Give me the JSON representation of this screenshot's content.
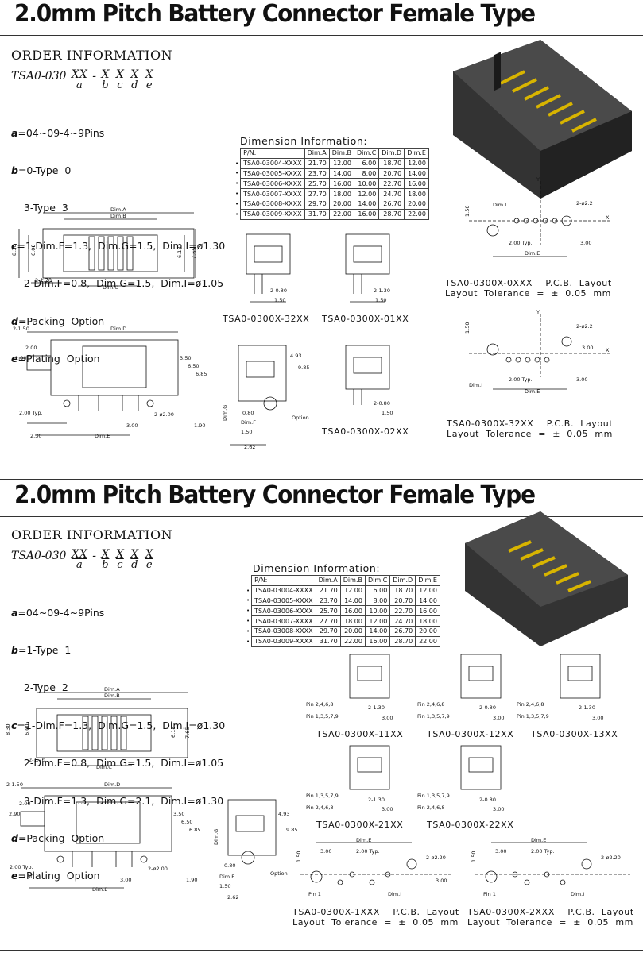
{
  "sheets": [
    {
      "title": "2.0mm Pitch Battery Connector Female Type",
      "order_heading": "ORDER  INFORMATION",
      "model": {
        "prefix": "TSA0-030",
        "a_top": "XX",
        "a": "a",
        "dash": "-",
        "b_top": "X",
        "b": "b",
        "c_top": "X",
        "c": "c",
        "d_top": "X",
        "d": "d",
        "e_top": "X",
        "e": "e"
      },
      "options": [
        {
          "key": "a",
          "text": "=04~09-4~9Pins"
        },
        {
          "key": "b",
          "text": "=0-Type  0"
        },
        {
          "key": "",
          "text": "    3-Type  3"
        },
        {
          "key": "c",
          "text": "=1-Dim.F=1.3,  Dim.G=1.5,  Dim.I=ø1.30"
        },
        {
          "key": "",
          "text": "    2-Dim.F=0.8,  Dim.G=1.5,  Dim.I=ø1.05"
        },
        {
          "key": "d",
          "text": "=Packing  Option"
        },
        {
          "key": "e",
          "text": "=Plating  Option"
        }
      ],
      "dimension_caption": "Dimension  Information:",
      "pcb_caption_1": "TSA0-0300X-0XXX    P.C.B.  Layout\nLayout  Tolerance  =  ±  0.05  mm",
      "pcb_caption_2": "TSA0-0300X-32XX    P.C.B.  Layout\nLayout  Tolerance  =  ±  0.05  mm",
      "variant_labels": [
        "TSA0-0300X-32XX",
        "TSA0-0300X-01XX",
        "TSA0-0300X-02XX"
      ]
    },
    {
      "title": "2.0mm Pitch Battery Connector Female Type",
      "order_heading": "ORDER  INFORMATION",
      "model": {
        "prefix": "TSA0-030",
        "a_top": "XX",
        "a": "a",
        "dash": "-",
        "b_top": "X",
        "b": "b",
        "c_top": "X",
        "c": "c",
        "d_top": "X",
        "d": "d",
        "e_top": "X",
        "e": "e"
      },
      "options": [
        {
          "key": "a",
          "text": "=04~09-4~9Pins"
        },
        {
          "key": "b",
          "text": "=1-Type  1"
        },
        {
          "key": "",
          "text": "    2-Type  2"
        },
        {
          "key": "c",
          "text": "=1-Dim.F=1.3,  Dim.G=1.5,  Dim.I=ø1.30"
        },
        {
          "key": "",
          "text": "    2-Dim.F=0.8,  Dim.G=1.5,  Dim.I=ø1.05"
        },
        {
          "key": "",
          "text": "    3-Dim.F=1.3,  Dim.G=2.1,  Dim.I=ø1.30"
        },
        {
          "key": "d",
          "text": "=Packing  Option"
        },
        {
          "key": "e",
          "text": "=Plating  Option"
        }
      ],
      "dimension_caption": "Dimension  Information:",
      "pcb_caption_1": "TSA0-0300X-1XXX    P.C.B.  Layout\nLayout  Tolerance  =  ±  0.05  mm",
      "pcb_caption_2": "TSA0-0300X-2XXX    P.C.B.  Layout\nLayout  Tolerance  =  ±  0.05  mm",
      "variant_labels": [
        "TSA0-0300X-11XX",
        "TSA0-0300X-12XX",
        "TSA0-0300X-13XX",
        "TSA0-0300X-21XX",
        "TSA0-0300X-22XX"
      ]
    }
  ],
  "dimension_table": {
    "headers": [
      "P/N:",
      "Dim.A",
      "Dim.B",
      "Dim.C",
      "Dim.D",
      "Dim.E"
    ],
    "rows": [
      [
        "TSA0-03004-XXXX",
        "21.70",
        "12.00",
        "6.00",
        "18.70",
        "12.00"
      ],
      [
        "TSA0-03005-XXXX",
        "23.70",
        "14.00",
        "8.00",
        "20.70",
        "14.00"
      ],
      [
        "TSA0-03006-XXXX",
        "25.70",
        "16.00",
        "10.00",
        "22.70",
        "16.00"
      ],
      [
        "TSA0-03007-XXXX",
        "27.70",
        "18.00",
        "12.00",
        "24.70",
        "18.00"
      ],
      [
        "TSA0-03008-XXXX",
        "29.70",
        "20.00",
        "14.00",
        "26.70",
        "20.00"
      ],
      [
        "TSA0-03009-XXXX",
        "31.70",
        "22.00",
        "16.00",
        "28.70",
        "22.00"
      ]
    ]
  },
  "drawing_labels": {
    "dim_a": "Dim.A",
    "dim_b": "Dim.B",
    "dim_c": "Dim.C",
    "dim_d": "Dim.D",
    "dim_e": "Dim.E",
    "dim_f": "Dim.F",
    "dim_g": "Dim.G",
    "dim_i": "Dim.I",
    "option": "Option",
    "v830": "8.30",
    "v600": "6.00",
    "v618": "6.18",
    "v765": "7.65",
    "v170": "2-1.70",
    "v150a": "2-1.50",
    "v290": "2.90",
    "v200": "2.00",
    "v350": "3.50",
    "v650": "6.50",
    "v685": "6.85",
    "v200typ": "2.00 Typ.",
    "v2phi200": "2-ø2.00",
    "v300": "3.00",
    "v230": "2.30",
    "v190": "1.90",
    "v493": "4.93",
    "v985": "9.85",
    "v080": "0.80",
    "v150": "1.50",
    "v262": "2.62",
    "v2_080": "2-0.80",
    "v2_130": "2-1.30",
    "v2phi22": "2-ø2.2",
    "v2phi220": "2-ø2.20",
    "x": "X",
    "y": "Y",
    "pin246": "Pin 2,4,6,8",
    "pin1357": "Pin 1,3,5,7,9",
    "pin1": "Pin 1"
  }
}
